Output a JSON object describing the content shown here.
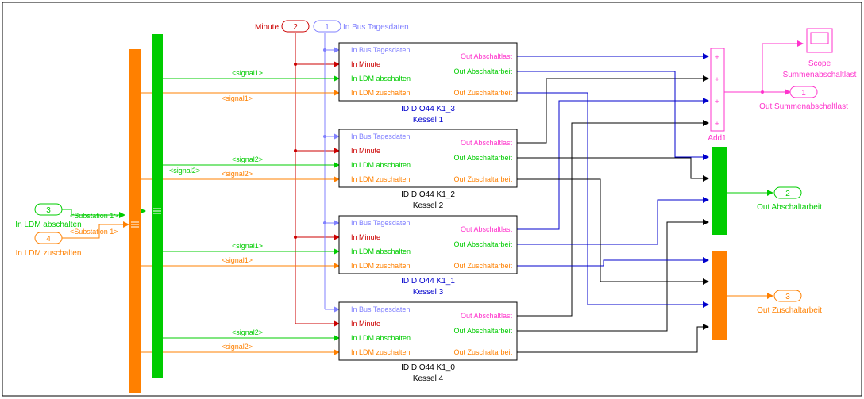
{
  "inports": {
    "bus_tagesdaten": {
      "number": "1",
      "label": "In Bus Tagesdaten"
    },
    "minute": {
      "number": "2",
      "label": "Minute"
    },
    "ldm_abschalten": {
      "number": "3",
      "label": "In LDM abschalten"
    },
    "ldm_zuschalten": {
      "number": "4",
      "label": "In LDM zuschalten"
    }
  },
  "bus_labels": {
    "substation_green": "<Substation 1>",
    "substation_orange": "<Substation 1>",
    "sig_green_1": "<signal1>",
    "sig_orange_1": "<signal1>",
    "sig_green_2": "<signal2>",
    "sig_green_2b": "<signal2>",
    "sig_orange_2": "<signal2>",
    "sig_green_3": "<signal1>",
    "sig_orange_3": "<signal1>",
    "sig_green_4": "<signal2>",
    "sig_orange_4": "<signal2>"
  },
  "subsystem_ports": {
    "in_bus": "In Bus Tagesdaten",
    "in_minute": "In Minute",
    "in_ldm_ab": "In LDM abschalten",
    "in_ldm_zu": "In LDM zuschalten",
    "out_last": "Out Abschaltlast",
    "out_arbeit": "Out Abschaltarbeit",
    "out_zu": "Out Zuschaltarbeit"
  },
  "subsystems": [
    {
      "name": "ID DIO44 K1_3",
      "label": "Kessel 1"
    },
    {
      "name": "ID DIO44 K1_2",
      "label": "Kessel 2"
    },
    {
      "name": "ID DIO44 K1_1",
      "label": "Kessel 3"
    },
    {
      "name": "ID DIO44 K1_0",
      "label": "Kessel 4"
    }
  ],
  "sum_block": {
    "name": "Add1",
    "signs": [
      "+",
      "+",
      "+",
      "+"
    ]
  },
  "scope": {
    "line1": "Scope",
    "line2": "Summenabschaltlast"
  },
  "outports": {
    "summe": {
      "number": "1",
      "label": "Out Summenabschaltlast"
    },
    "abschaltarbeit": {
      "number": "2",
      "label": "Out Abschaltarbeit"
    },
    "zuschaltarbeit": {
      "number": "3",
      "label": "Out Zuschaltarbeit"
    }
  },
  "colors": {
    "green": "#00cc00",
    "orange": "#ff8000",
    "red": "#cc0000",
    "blue": "#0000cc",
    "lightblue": "#8080ff",
    "magenta": "#ff33cc",
    "black": "#000000"
  }
}
